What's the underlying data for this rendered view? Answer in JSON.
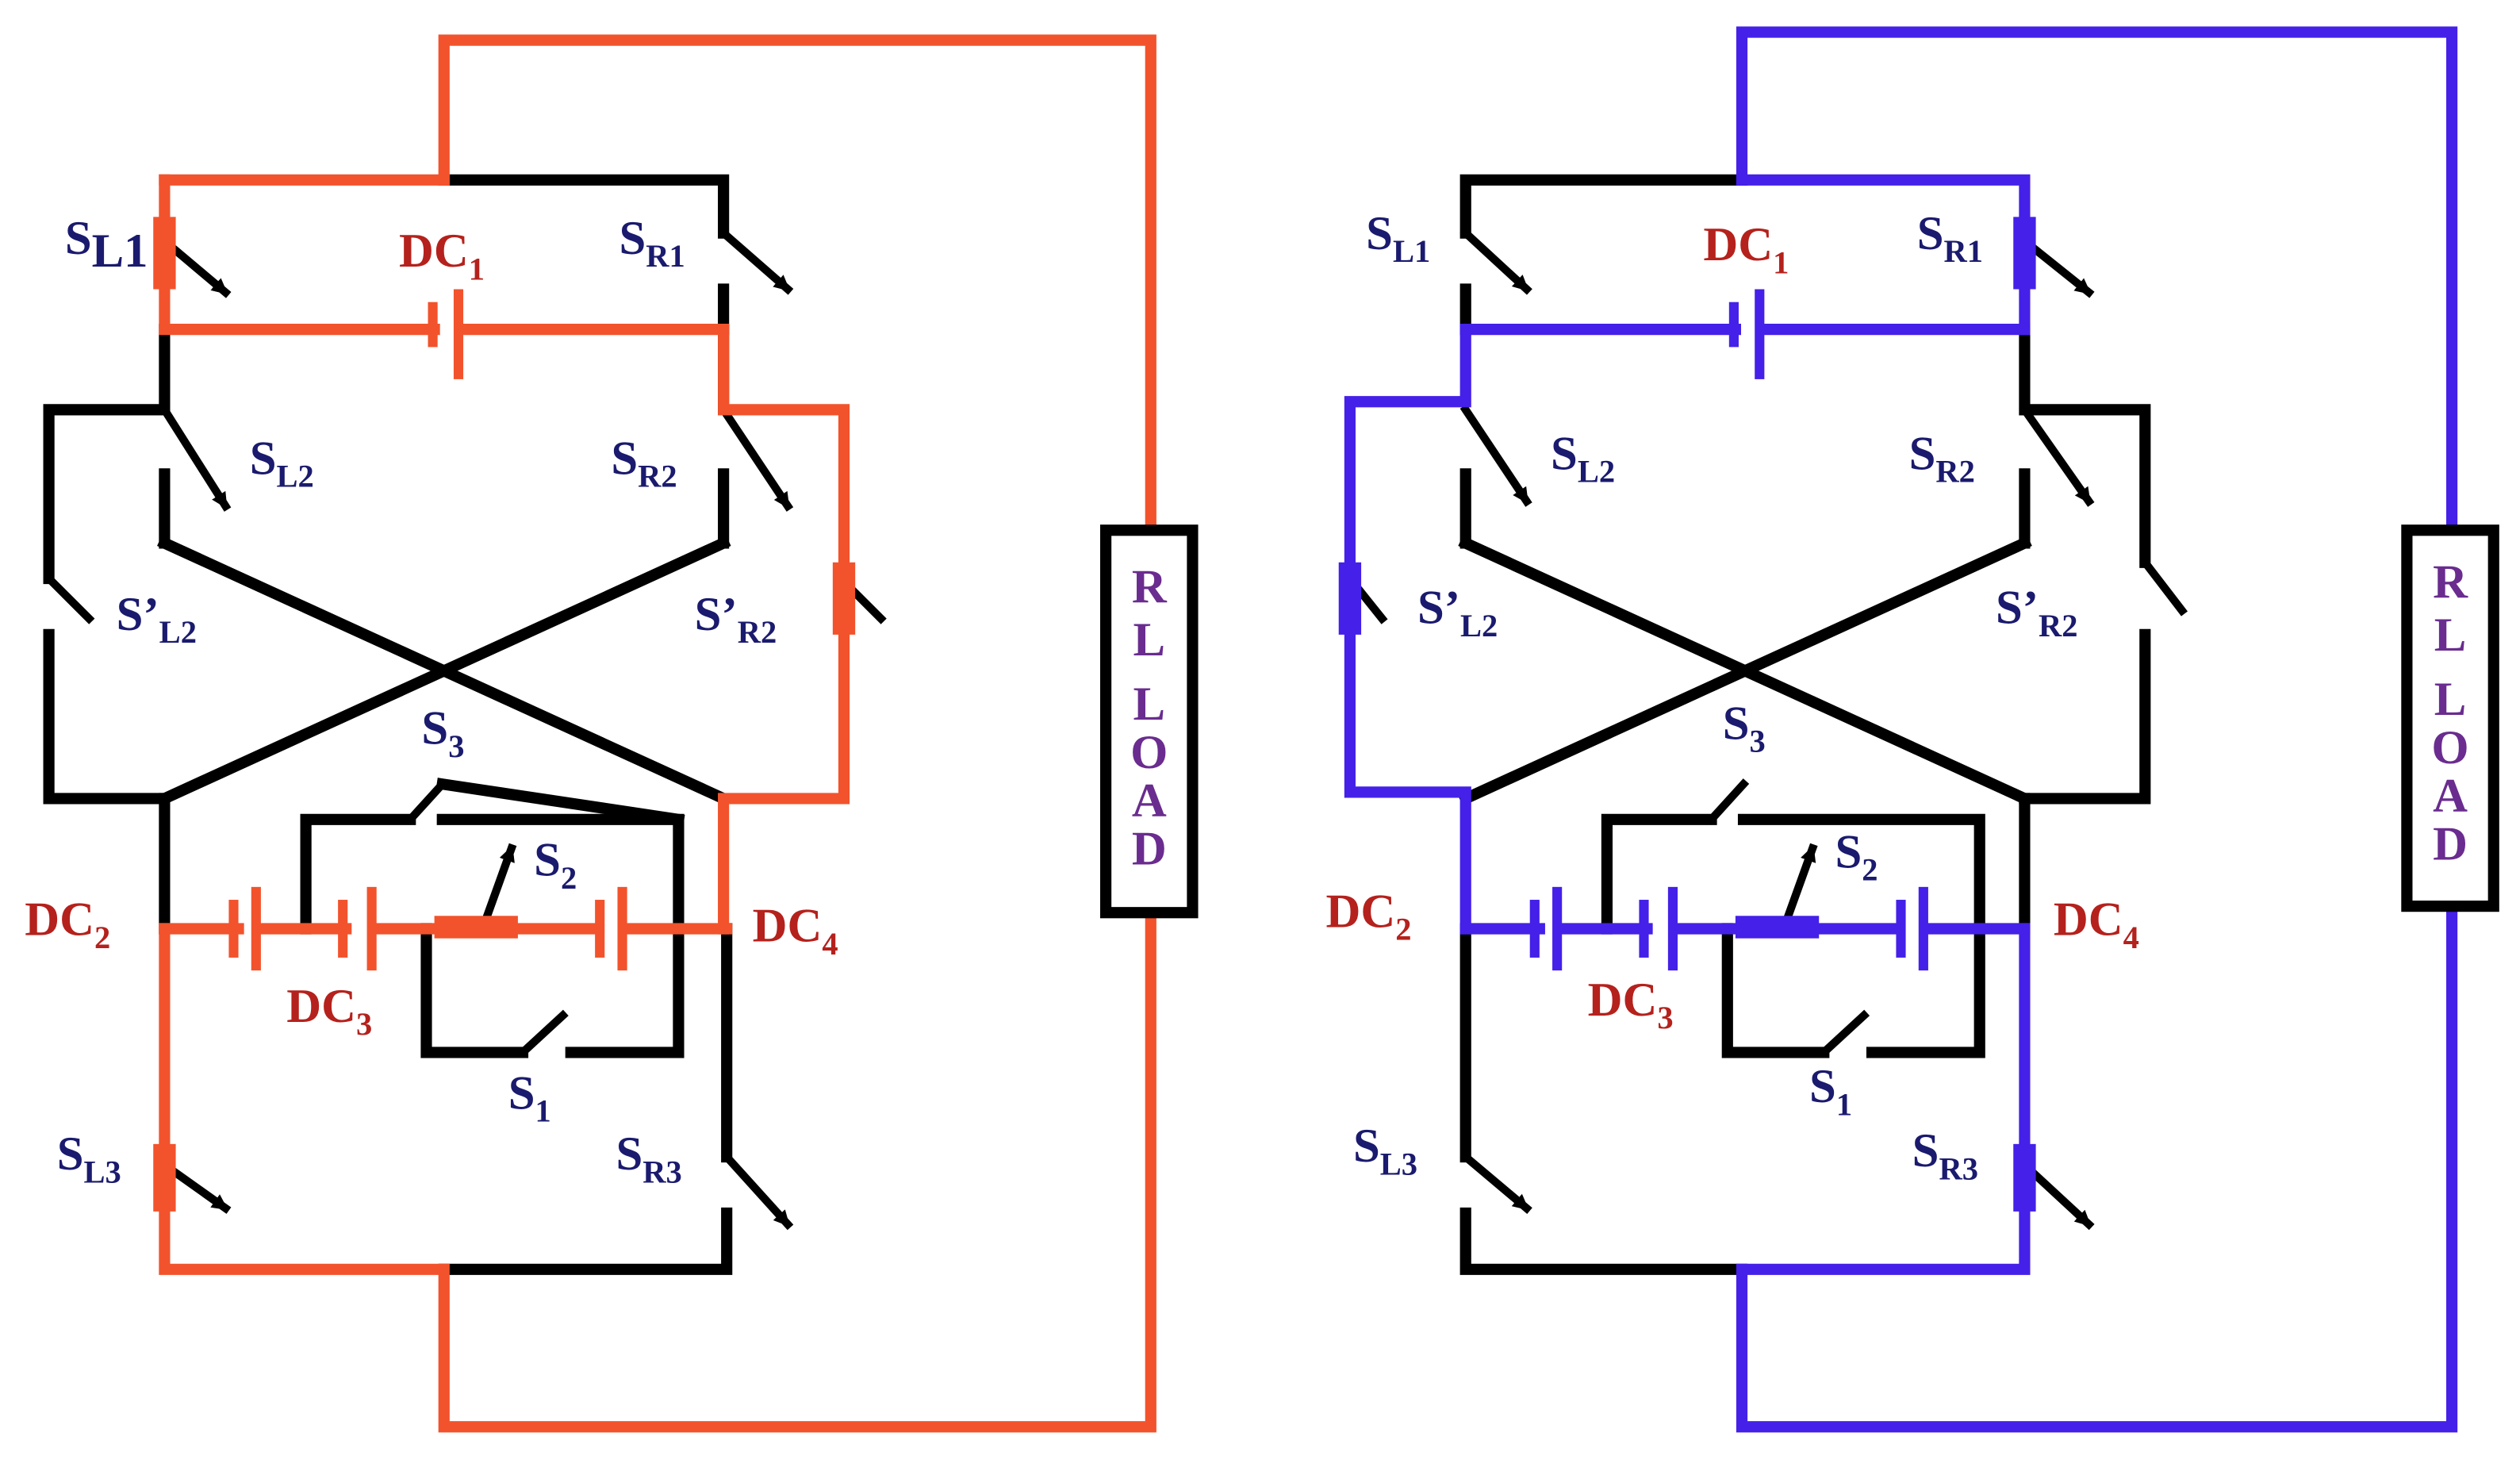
{
  "colors": {
    "wire": "#000000",
    "path_left": "#f2532c",
    "path_right": "#4520e8",
    "switch_label": "#1a1a6e",
    "dc_label": "#b5211c",
    "load_label": "#6a2c8f"
  },
  "panels": [
    {
      "name": "left-circuit",
      "active_color": "#f2532c",
      "labels": {
        "sl1": {
          "main": "S",
          "sub": "L1"
        },
        "sl2": {
          "main": "S",
          "sub": "L2"
        },
        "sl3": {
          "main": "S",
          "sub": "L3"
        },
        "sr1": {
          "main": "S",
          "sub": "R1"
        },
        "sr2": {
          "main": "S",
          "sub": "R2"
        },
        "sr3": {
          "main": "S",
          "sub": "R3"
        },
        "spl2": {
          "main": "S’",
          "sub": "L2"
        },
        "spr2": {
          "main": "S’",
          "sub": "R2"
        },
        "s1": {
          "main": "S",
          "sub": "1"
        },
        "s2": {
          "main": "S",
          "sub": "2"
        },
        "s3": {
          "main": "S",
          "sub": "3"
        },
        "dc1": {
          "main": "DC",
          "sub": "1"
        },
        "dc2": {
          "main": "DC",
          "sub": "2"
        },
        "dc3": {
          "main": "DC",
          "sub": "3"
        },
        "dc4": {
          "main": "DC",
          "sub": "4"
        }
      },
      "load_letters": [
        "R",
        "L",
        "L",
        "O",
        "A",
        "D"
      ]
    },
    {
      "name": "right-circuit",
      "active_color": "#4520e8",
      "labels": {
        "sl1": {
          "main": "S",
          "sub": "L1"
        },
        "sl2": {
          "main": "S",
          "sub": "L2"
        },
        "sl3": {
          "main": "S",
          "sub": "L3"
        },
        "sr1": {
          "main": "S",
          "sub": "R1"
        },
        "sr2": {
          "main": "S",
          "sub": "R2"
        },
        "sr3": {
          "main": "S",
          "sub": "R3"
        },
        "spl2": {
          "main": "S’",
          "sub": "L2"
        },
        "spr2": {
          "main": "S’",
          "sub": "R2"
        },
        "s1": {
          "main": "S",
          "sub": "1"
        },
        "s2": {
          "main": "S",
          "sub": "2"
        },
        "s3": {
          "main": "S",
          "sub": "3"
        },
        "dc1": {
          "main": "DC",
          "sub": "1"
        },
        "dc2": {
          "main": "DC",
          "sub": "2"
        },
        "dc3": {
          "main": "DC",
          "sub": "3"
        },
        "dc4": {
          "main": "DC",
          "sub": "4"
        }
      },
      "load_letters": [
        "R",
        "L",
        "L",
        "O",
        "A",
        "D"
      ]
    }
  ]
}
